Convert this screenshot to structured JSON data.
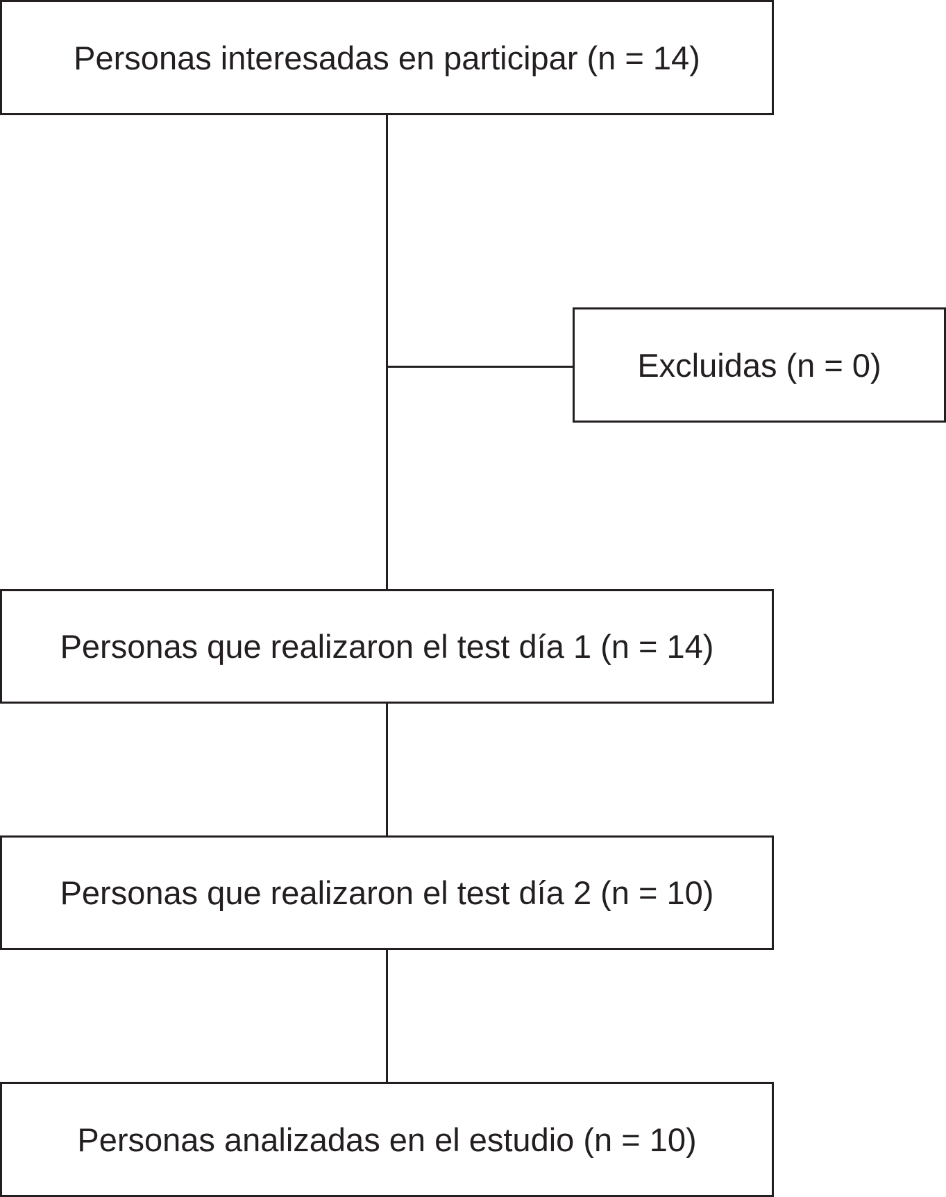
{
  "flowchart": {
    "boxes": {
      "interested": "Personas interesadas en participar (n = 14)",
      "excluded": "Excluidas (n = 0)",
      "test_day1": "Personas que realizaron el test día 1 (n = 14)",
      "test_day2": "Personas que realizaron el test día 2 (n = 10)",
      "analyzed": "Personas analizadas en el estudio (n = 10)"
    }
  }
}
